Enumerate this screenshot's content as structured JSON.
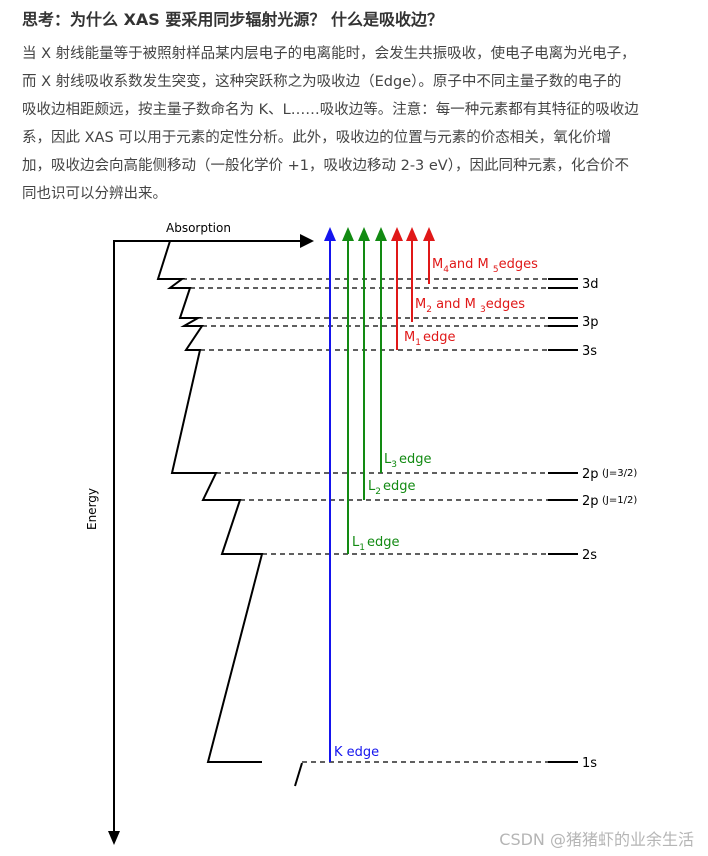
{
  "heading": "思考：为什么 XAS 要采用同步辐射光源？ 什么是吸收边？",
  "paragraph_lines": [
    "当 X 射线能量等于被照射样品某内层电子的电离能时，会发生共振吸收，使电子电离为光电子，",
    "而 X 射线吸收系数发生突变，这种突跃称之为吸收边（Edge）。原子中不同主量子数的电子的",
    "吸收边相距颇远，按主量子数命名为 K、L……吸收边等。注意：每一种元素都有其特征的吸收边",
    "系，因此 XAS 可以用于元素的定性分析。此外，吸收边的位置与元素的价态相关，氧化价增",
    "加，吸收边会向高能侧移动（一般化学价 +1，吸收边移动 2-3 eV），因此同种元素，化合价不",
    "同也识可以分辨出来。"
  ],
  "diagram": {
    "absorption_label": "Absorption",
    "energy_label": "Energy",
    "levels": {
      "3d": "3d",
      "3p": "3p",
      "3s": "3s",
      "2p32": "2p",
      "2p32_j": "(J=3/2)",
      "2p12": "2p",
      "2p12_j": "(J=1/2)",
      "2s": "2s",
      "1s": "1s"
    },
    "edges": {
      "k": {
        "main": "K",
        "rest": " edge",
        "color": "#1515ee"
      },
      "l1": {
        "main": "L",
        "sub": "1",
        "rest": "edge",
        "color": "#128a12"
      },
      "l2": {
        "main": "L",
        "sub": "2",
        "rest": "edge",
        "color": "#128a12"
      },
      "l3": {
        "main": "L",
        "sub": "3",
        "rest": "edge",
        "color": "#128a12"
      },
      "m1": {
        "main": "M",
        "sub": "1",
        "rest": "edge",
        "color": "#e01818"
      },
      "m23": {
        "m": "M",
        "sub1": "2",
        "and": " and M ",
        "sub2": "3",
        "rest": "edges",
        "color": "#e01818"
      },
      "m45": {
        "m": "M",
        "sub1": "4",
        "and": "and M ",
        "sub2": "5",
        "rest": "edges",
        "color": "#e01818"
      }
    }
  },
  "watermark": "CSDN @猪猪虾的业余生活"
}
